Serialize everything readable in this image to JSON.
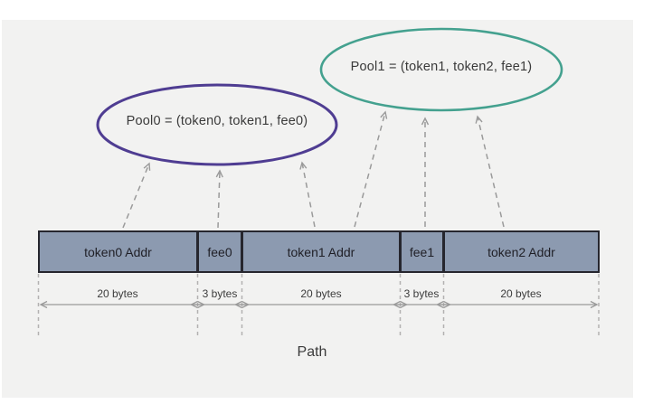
{
  "title": "Path",
  "pools": [
    {
      "id": "pool0",
      "label": "Pool0 = (token0, token1, fee0)",
      "border_color": "#4f3d92"
    },
    {
      "id": "pool1",
      "label": "Pool1 = (token1, token2, fee1)",
      "border_color": "#44a18f"
    }
  ],
  "segments": [
    {
      "label": "token0 Addr",
      "size": "20 bytes"
    },
    {
      "label": "fee0",
      "size": "3 bytes"
    },
    {
      "label": "token1 Addr",
      "size": "20 bytes"
    },
    {
      "label": "fee1",
      "size": "3 bytes"
    },
    {
      "label": "token2 Addr",
      "size": "20 bytes"
    }
  ],
  "arrows": [
    {
      "from": "token0 Addr",
      "to": "pool0"
    },
    {
      "from": "fee0",
      "to": "pool0"
    },
    {
      "from": "token1 Addr",
      "to": "pool0"
    },
    {
      "from": "token1 Addr",
      "to": "pool1"
    },
    {
      "from": "fee1",
      "to": "pool1"
    },
    {
      "from": "token2 Addr",
      "to": "pool1"
    }
  ],
  "colors": {
    "panel_background": "#f2f2f1",
    "bar_fill": "#8c9ab0",
    "bar_border": "#26262e",
    "pool0_stroke": "#4f3d92",
    "pool1_stroke": "#44a18f",
    "dashed_line": "#9a9a9a",
    "guide_line": "#b3b1b1",
    "text": "#3a3a3a"
  }
}
